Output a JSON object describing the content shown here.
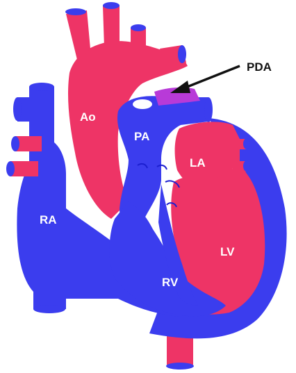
{
  "labels": {
    "ao": "Ao",
    "pa": "PA",
    "la": "LA",
    "ra": "RA",
    "lv": "LV",
    "rv": "RV",
    "pda": "PDA"
  },
  "colors": {
    "oxygenated": "#ee3466",
    "deoxygenated": "#3b3dee",
    "outline": "#1c1fd0",
    "mixed": "#b83ad8",
    "label_text": "#ffffff",
    "callout_text": "#111111"
  },
  "icons": {
    "pda_pointer": "arrow-icon"
  }
}
